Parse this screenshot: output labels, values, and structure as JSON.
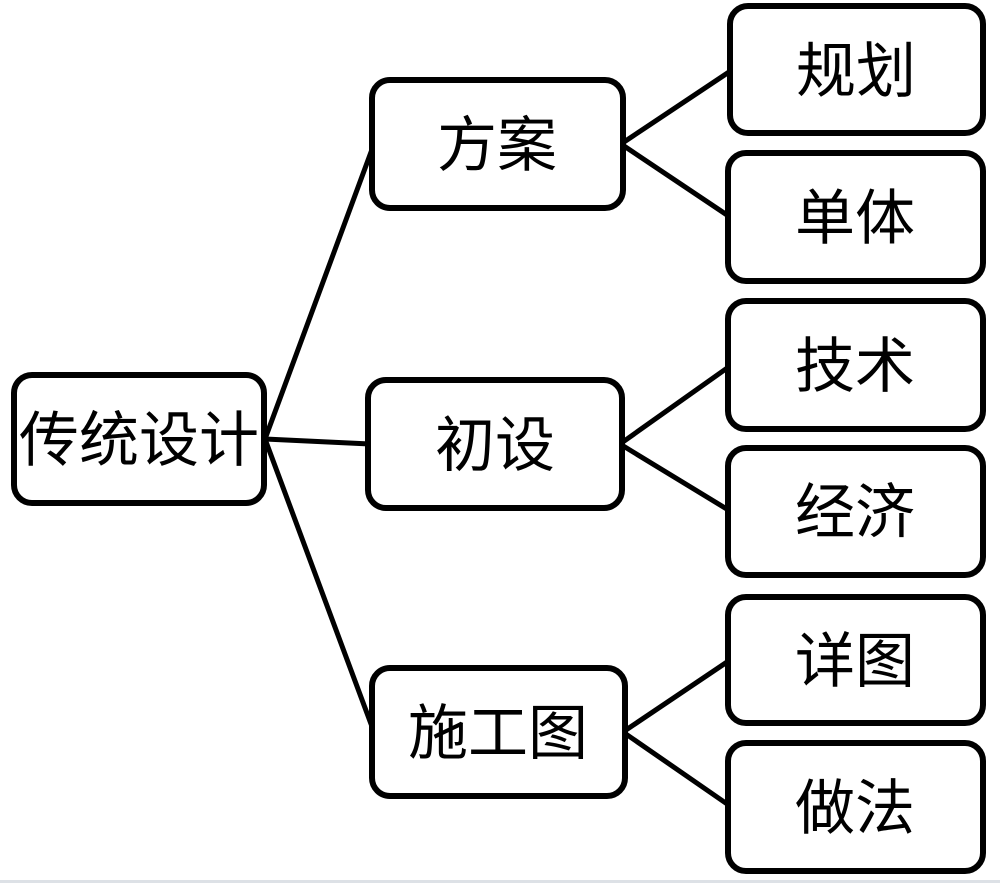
{
  "diagram": {
    "type": "tree",
    "orientation": "left-to-right",
    "root": {
      "label": "传统设计",
      "children": [
        {
          "label": "方案",
          "children": [
            {
              "label": "规划"
            },
            {
              "label": "单体"
            }
          ]
        },
        {
          "label": "初设",
          "children": [
            {
              "label": "技术"
            },
            {
              "label": "经济"
            }
          ]
        },
        {
          "label": "施工图",
          "children": [
            {
              "label": "详图"
            },
            {
              "label": "做法"
            }
          ]
        }
      ]
    },
    "colors": {
      "background": "#ffffff",
      "node_fill": "#ffffff",
      "node_border": "#000000",
      "connector": "#000000"
    }
  }
}
